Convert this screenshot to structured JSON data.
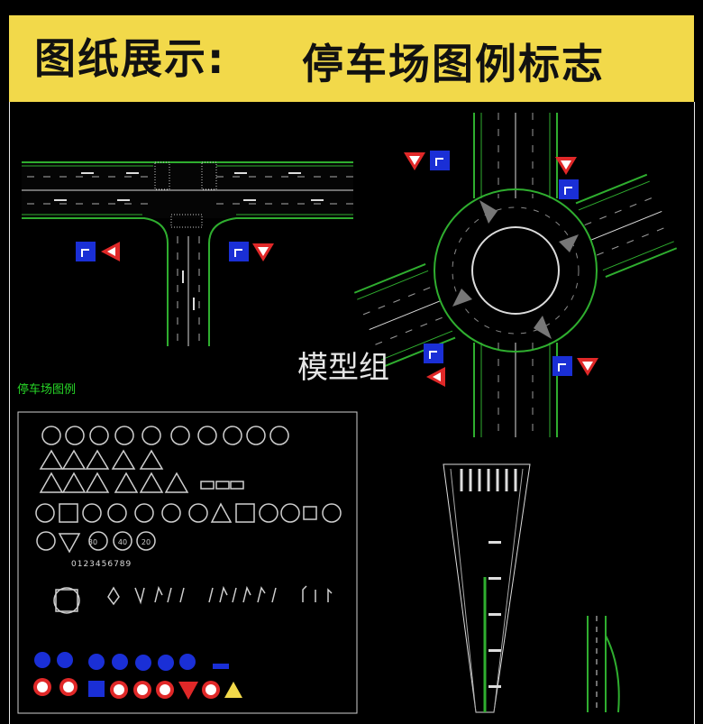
{
  "banner": {
    "left_text": "图纸展示:",
    "right_text": "停车场图例标志"
  },
  "watermark": "模型组",
  "legend": {
    "title": "停车场图例",
    "digits": "0123456789"
  },
  "colors": {
    "banner_bg": "#f2d94a",
    "road_edge": "#2fae2f",
    "lane_mark": "#dcdcdc",
    "sign_blue": "#1a2fd6",
    "sign_red": "#e02828",
    "legend_text": "#27d627"
  }
}
